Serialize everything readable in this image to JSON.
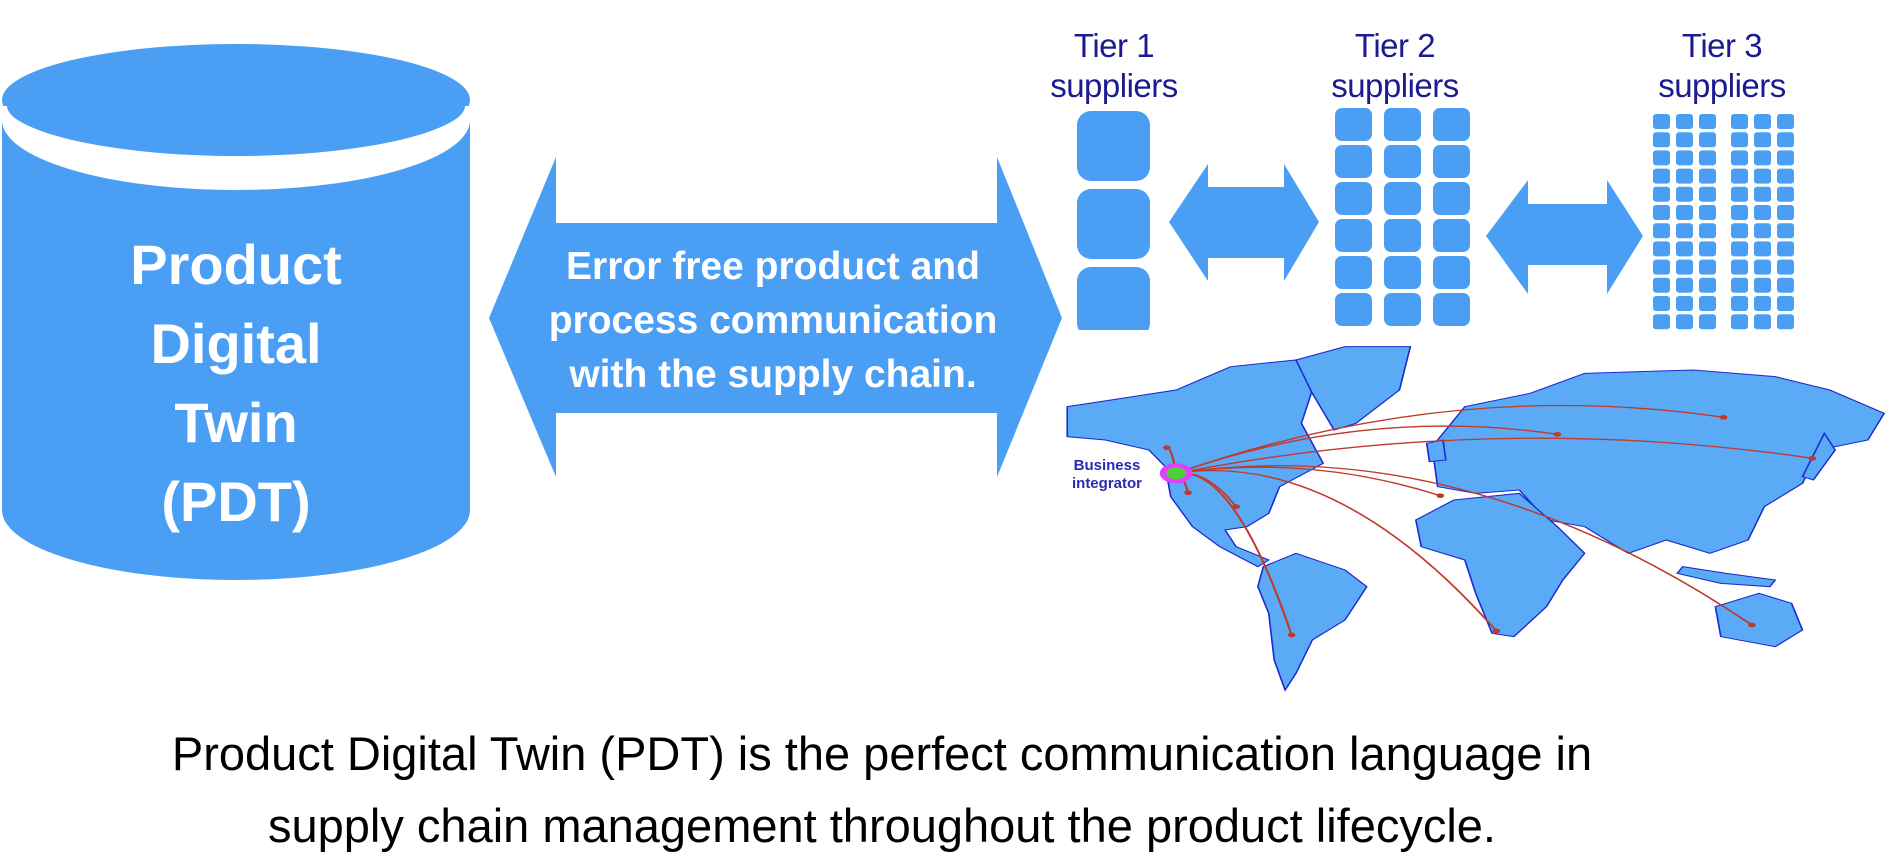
{
  "colors": {
    "primary_blue": "#4a9ff5",
    "tier_text": "#1b1b8f",
    "route_red": "#c0392b",
    "integrator_ring": "#e040fb",
    "integrator_core": "#4cd137"
  },
  "database": {
    "icon": "cylinder-database-icon",
    "lines": [
      "Product",
      "Digital",
      "Twin",
      "(PDT)"
    ]
  },
  "main_arrow": {
    "icon": "double-arrow-icon",
    "lines": [
      "Error free product and",
      "process communication",
      "with the supply chain."
    ]
  },
  "tiers": [
    {
      "title": "Tier 1",
      "subtitle": "suppliers"
    },
    {
      "title": "Tier 2",
      "subtitle": "suppliers"
    },
    {
      "title": "Tier 3",
      "subtitle": "suppliers"
    }
  ],
  "map": {
    "icon": "world-map-icon",
    "integrator_label": [
      "Business",
      "integrator"
    ]
  },
  "caption": {
    "lines": [
      "Product Digital Twin (PDT) is the perfect communication language in",
      "supply chain management throughout the product lifecycle."
    ]
  }
}
